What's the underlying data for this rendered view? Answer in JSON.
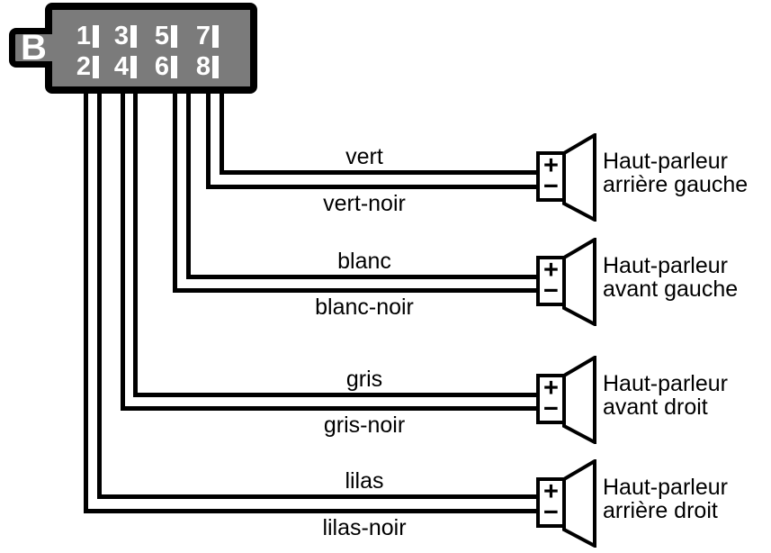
{
  "connector": {
    "label": "B",
    "pins_top_row": [
      "1",
      "3",
      "5",
      "7"
    ],
    "pins_bottom_row": [
      "2",
      "4",
      "6",
      "8"
    ]
  },
  "speakers": [
    {
      "plus_terminal": "+",
      "minus_terminal": "−",
      "plus_wire": "vert",
      "minus_wire": "vert-noir",
      "label_line1": "Haut-parleur",
      "label_line2": "arrière gauche"
    },
    {
      "plus_terminal": "+",
      "minus_terminal": "−",
      "plus_wire": "blanc",
      "minus_wire": "blanc-noir",
      "label_line1": "Haut-parleur",
      "label_line2": "avant gauche"
    },
    {
      "plus_terminal": "+",
      "minus_terminal": "−",
      "plus_wire": "gris",
      "minus_wire": "gris-noir",
      "label_line1": "Haut-parleur",
      "label_line2": "avant droit"
    },
    {
      "plus_terminal": "+",
      "minus_terminal": "−",
      "plus_wire": "lilas",
      "minus_wire": "lilas-noir",
      "label_line1": "Haut-parleur",
      "label_line2": "arrière droit"
    }
  ],
  "colors": {
    "background": "#ffffff",
    "outline": "#000000",
    "connector_fill": "#7b7b7b",
    "pin_text": "#ffffff"
  }
}
